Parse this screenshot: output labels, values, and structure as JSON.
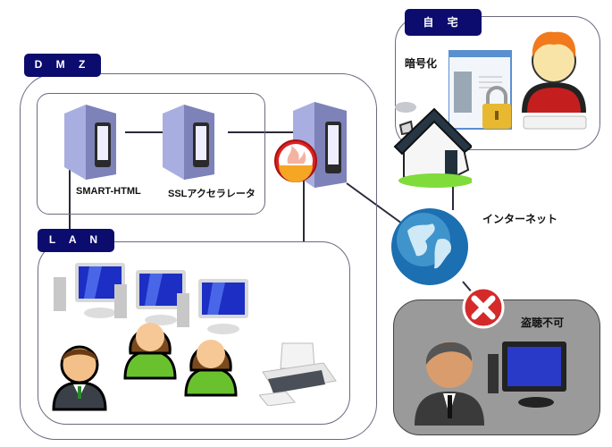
{
  "zones": {
    "dmz": {
      "label": "D M Z"
    },
    "lan": {
      "label": "L A N"
    },
    "home": {
      "label": "自 宅"
    }
  },
  "nodes": {
    "smart_html": {
      "label": "SMART-HTML",
      "icon": "server-icon"
    },
    "ssl_accelerator": {
      "label": "SSLアクセラレータ",
      "icon": "server-icon"
    },
    "firewall_server": {
      "icon": "server-icon",
      "badge": "firewall-icon"
    },
    "internet": {
      "label": "インターネット",
      "icon": "globe-icon"
    },
    "home_house": {
      "icon": "house-icon"
    },
    "encryption": {
      "label": "暗号化",
      "icon": "lock-document-icon"
    },
    "home_user": {
      "icon": "user-at-keyboard-icon"
    },
    "eavesdrop": {
      "label": "盗聴不可",
      "icon": "blocked-x-icon"
    },
    "lan_devices": [
      "desktop-pc-icon",
      "desktop-pc-icon",
      "desktop-pc-icon",
      "printer-icon"
    ],
    "lan_users": [
      "male-user-icon",
      "female-user-icon",
      "female-user-icon"
    ]
  },
  "colors": {
    "tag_bg": "#0c0c6e",
    "border": "#6a6a80",
    "blocked_zone": "#9a9a9a",
    "blocked_x": "#d42a2a"
  }
}
